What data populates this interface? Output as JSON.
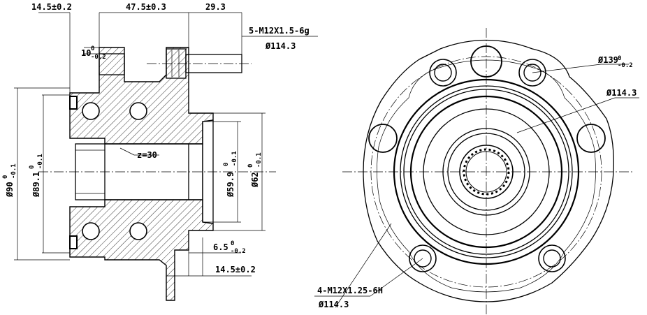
{
  "side_view": {
    "dim_top_left": "14.5±0.2",
    "dim_top_mid": "47.5±0.3",
    "dim_top_right": "29.3",
    "stud_thread": "5-M12X1.5-6g",
    "stud_pcd": "Ø114.3",
    "flange_thickness": "10",
    "flange_thickness_tol_upper": "0",
    "flange_thickness_tol_lower": "-0.2",
    "spline_count": "z=30",
    "dia_outer": "Ø90",
    "dia_outer_tol_upper": "0",
    "dia_outer_tol_lower": "-0.1",
    "dia_seal": "Ø89.1",
    "dia_seal_tol_upper": "0",
    "dia_seal_tol_lower": "-0.1",
    "dia_pilot": "Ø59.9",
    "dia_pilot_tol_upper": "0",
    "dia_pilot_tol_lower": "-0.1",
    "dia_bore": "Ø62",
    "dia_bore_tol_upper": "0",
    "dia_bore_tol_lower": "-0.1",
    "dim_step": "6.5",
    "dim_step_tol_upper": "0",
    "dim_step_tol_lower": "-0.2",
    "dim_bottom": "14.5±0.2"
  },
  "front_view": {
    "pcd_large": "Ø139",
    "pcd_large_tol_upper": "0",
    "pcd_large_tol_lower": "-0.2",
    "pcd_stud": "Ø114.3",
    "mount_thread": "4-M12X1.25-6H",
    "mount_pcd": "Ø114.3"
  }
}
